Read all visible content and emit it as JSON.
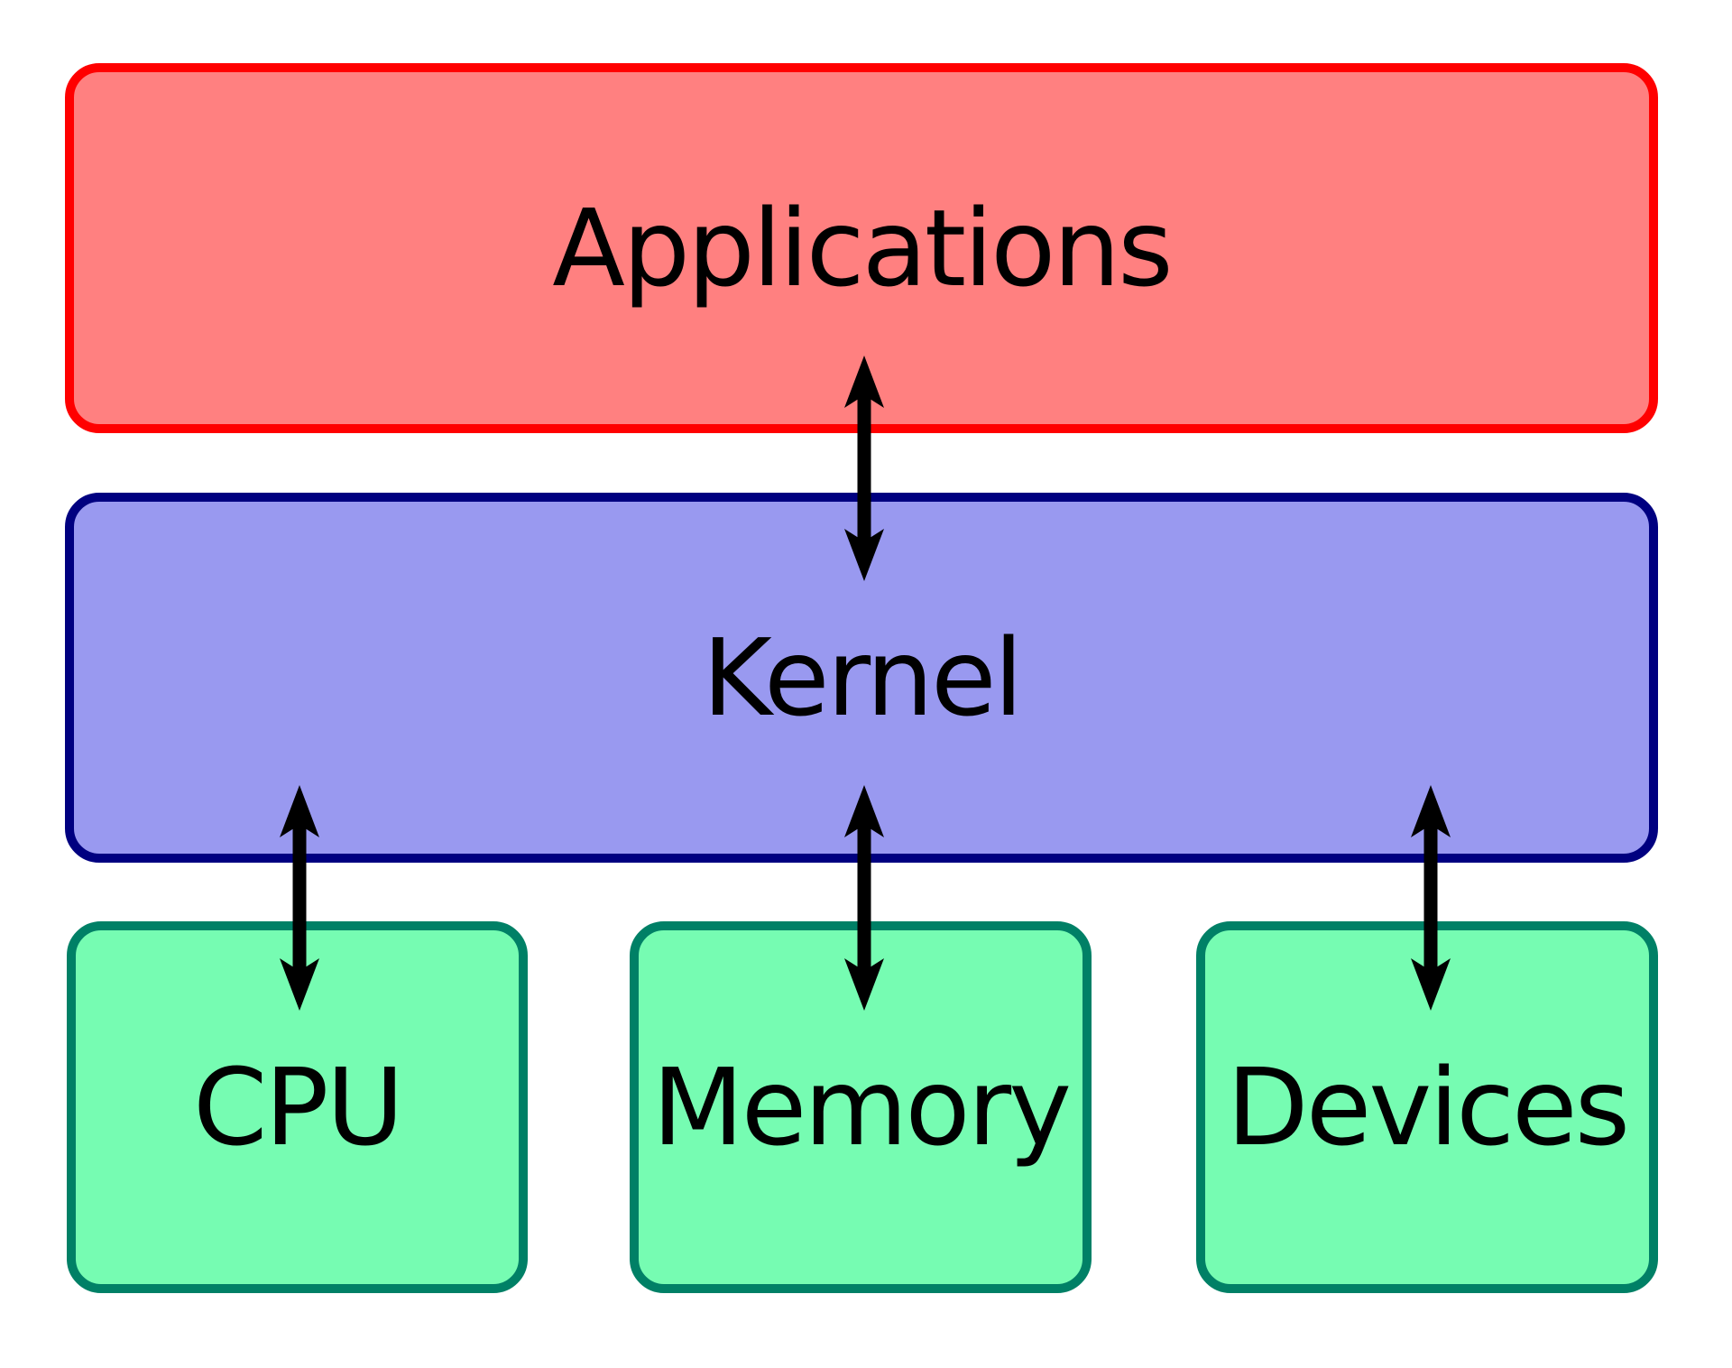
{
  "diagram": {
    "description": "Operating system kernel layer diagram",
    "background_color": "#ffffff",
    "text_color": "#000000",
    "arrow_color": "#000000",
    "boxes": {
      "applications": {
        "label": "Applications",
        "fill": "#ff8080",
        "stroke": "#ff0000"
      },
      "kernel": {
        "label": "Kernel",
        "fill": "#9999f0",
        "stroke": "#000080"
      },
      "cpu": {
        "label": "CPU",
        "fill": "#76fcb2",
        "stroke": "#008066"
      },
      "memory": {
        "label": "Memory",
        "fill": "#76fcb2",
        "stroke": "#008066"
      },
      "devices": {
        "label": "Devices",
        "fill": "#76fcb2",
        "stroke": "#008066"
      }
    },
    "connections": [
      {
        "from": "Applications",
        "to": "Kernel",
        "type": "bidirectional-arrow"
      },
      {
        "from": "Kernel",
        "to": "CPU",
        "type": "bidirectional-arrow"
      },
      {
        "from": "Kernel",
        "to": "Memory",
        "type": "bidirectional-arrow"
      },
      {
        "from": "Kernel",
        "to": "Devices",
        "type": "bidirectional-arrow"
      }
    ]
  }
}
